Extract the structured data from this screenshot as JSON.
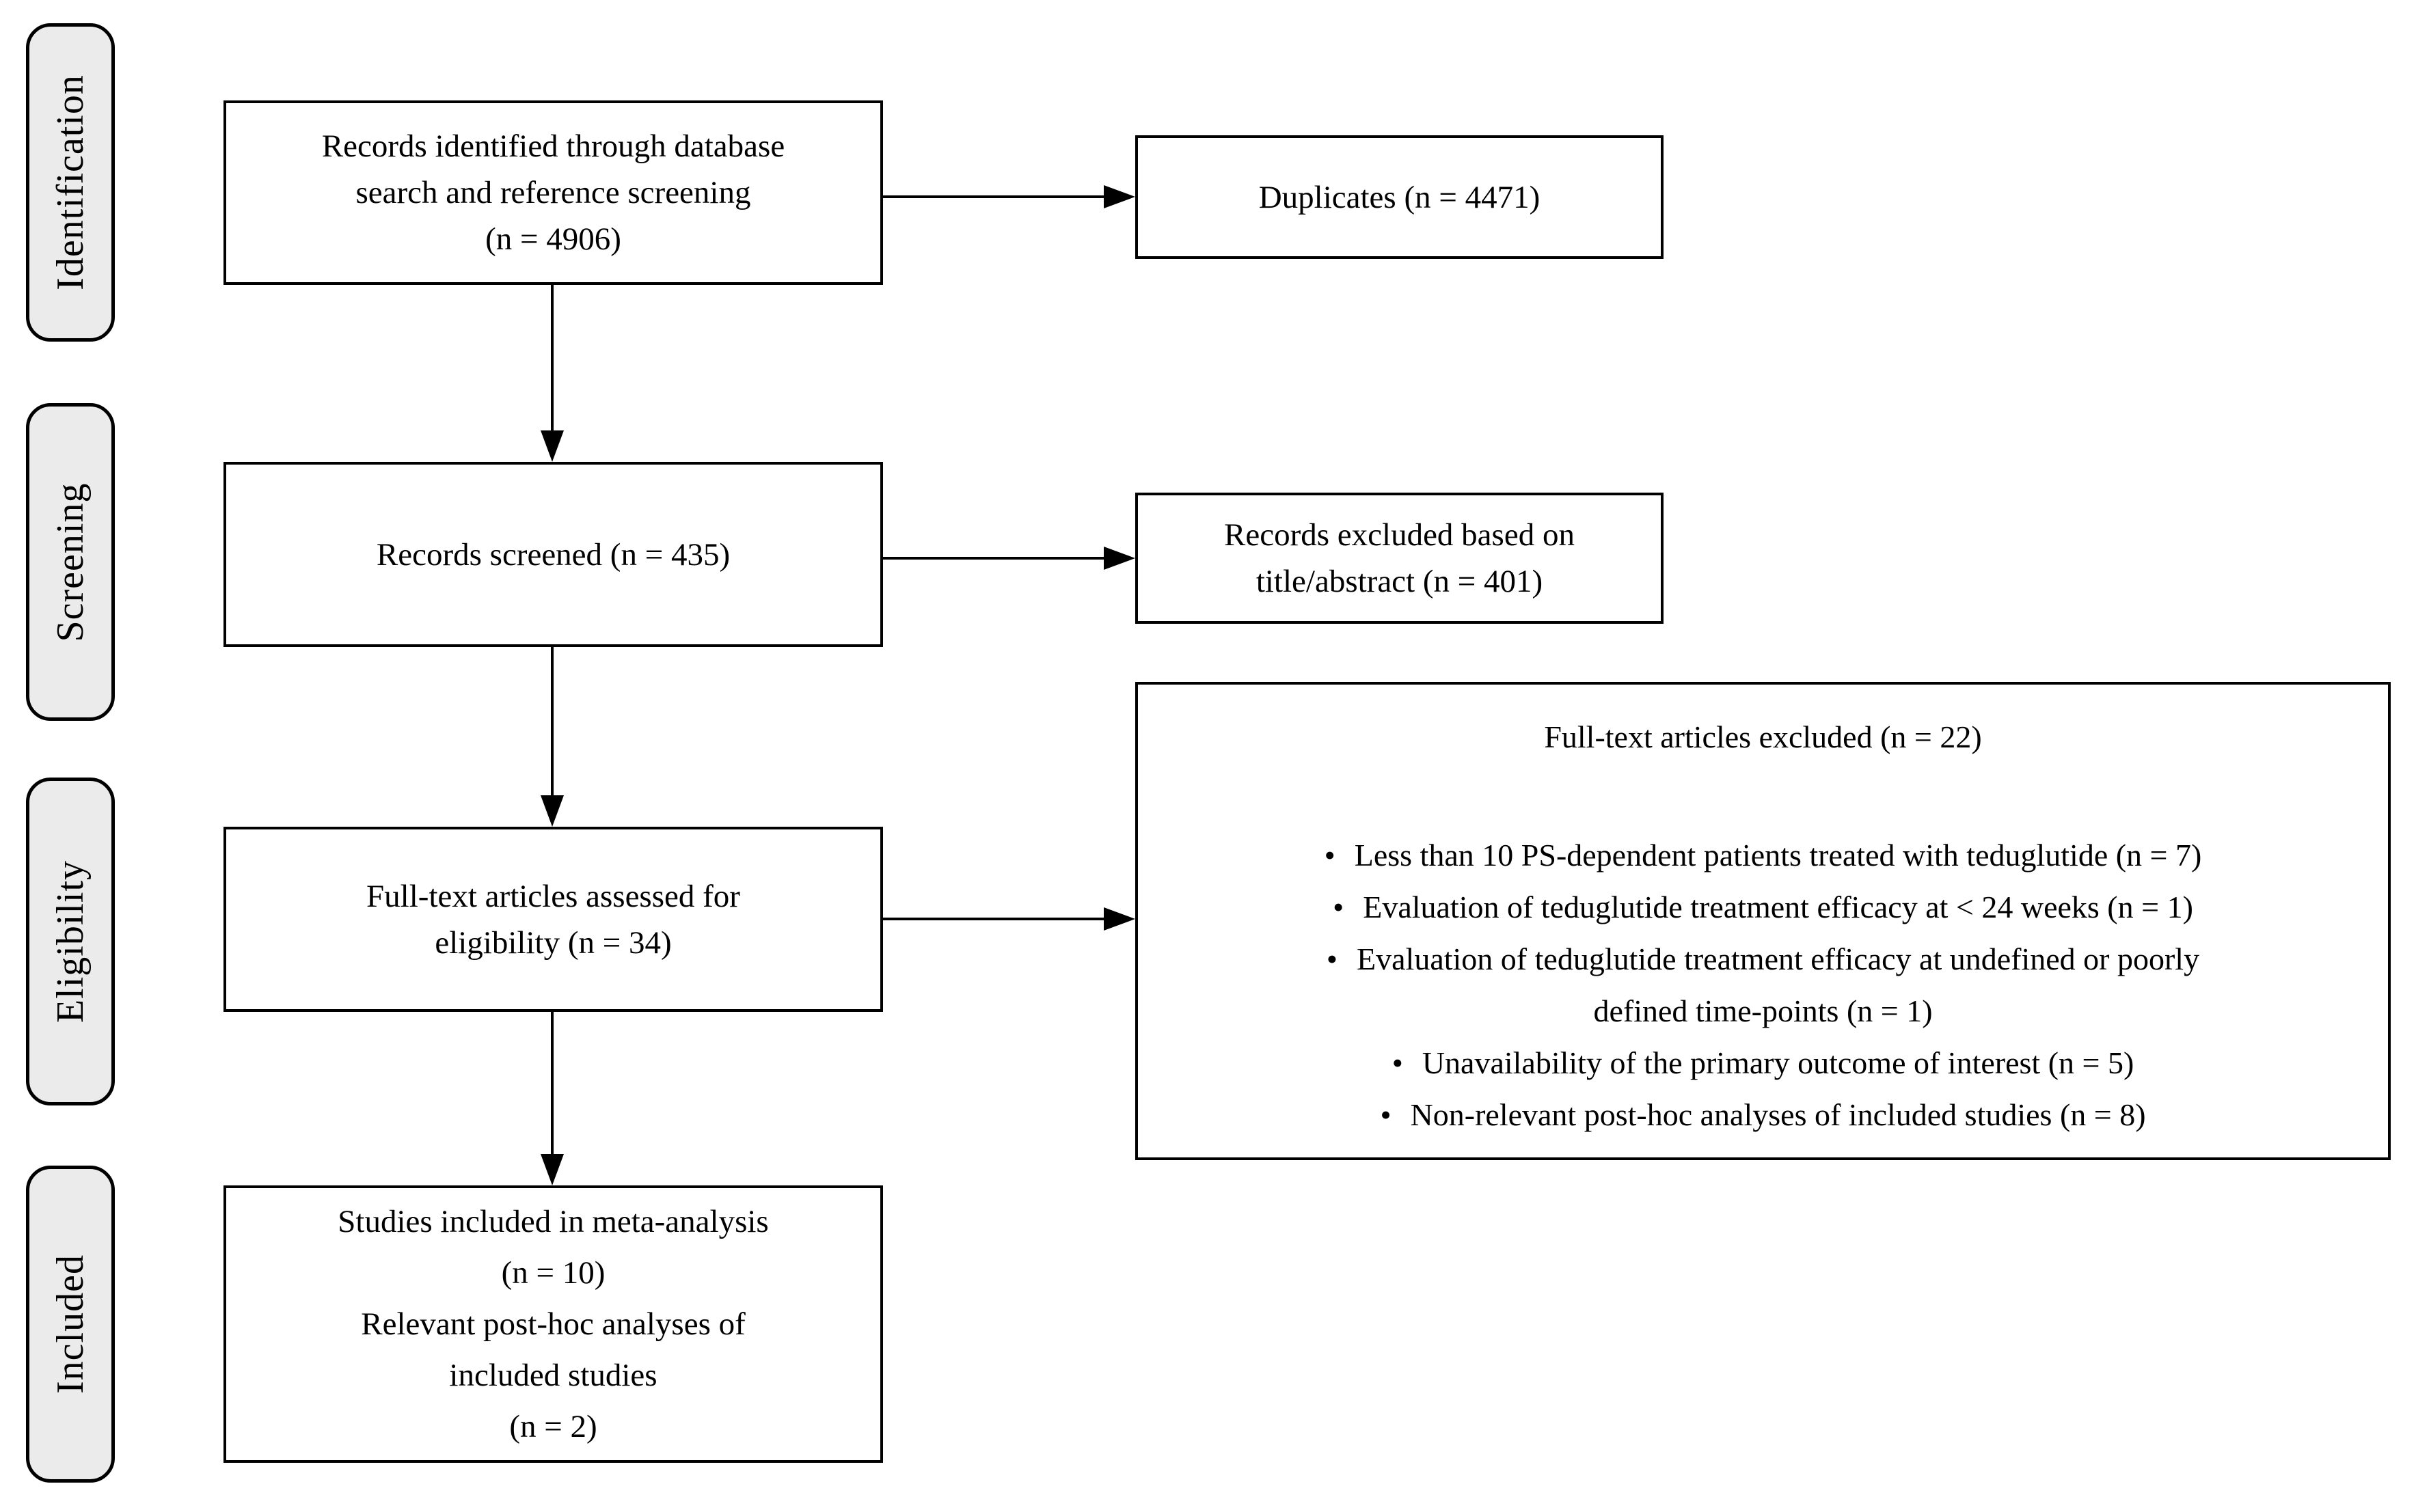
{
  "figure": {
    "type": "prisma-flow-diagram",
    "background": "#ffffff",
    "border_color": "#000000",
    "stage_fill": "#ebebeb",
    "bullet_glyph": "•",
    "stages": {
      "identification": "Identification",
      "screening": "Screening",
      "eligibility": "Eligibility",
      "included": "Included"
    },
    "boxes": {
      "identified": {
        "line1": "Records identified through database",
        "line2": "search and reference screening",
        "line3": "(n = 4906)"
      },
      "duplicates": {
        "line1": "Duplicates (n = 4471)"
      },
      "screened": {
        "line1": "Records screened (n = 435)"
      },
      "excluded_screening": {
        "line1": "Records excluded based on",
        "line2": "title/abstract (n = 401)"
      },
      "assessed": {
        "line1": "Full-text articles assessed for",
        "line2": "eligibility (n = 34)"
      },
      "fulltext_excluded": {
        "title": "Full-text articles excluded (n = 22)",
        "item1": "Less than 10 PS-dependent patients treated with teduglutide (n = 7)",
        "item2": "Evaluation of teduglutide treatment efficacy at < 24 weeks (n = 1)",
        "item3_line1": "Evaluation of teduglutide treatment efficacy at undefined or poorly",
        "item3_line2": "defined time-points (n = 1)",
        "item4": "Unavailability of the primary outcome of interest (n = 5)",
        "item5": "Non-relevant post-hoc analyses of included studies (n = 8)"
      },
      "included_final": {
        "line1": "Studies included in meta-analysis",
        "line2": "(n = 10)",
        "line3": "Relevant post-hoc analyses of",
        "line4": "included studies",
        "line5": "(n = 2)"
      }
    }
  }
}
